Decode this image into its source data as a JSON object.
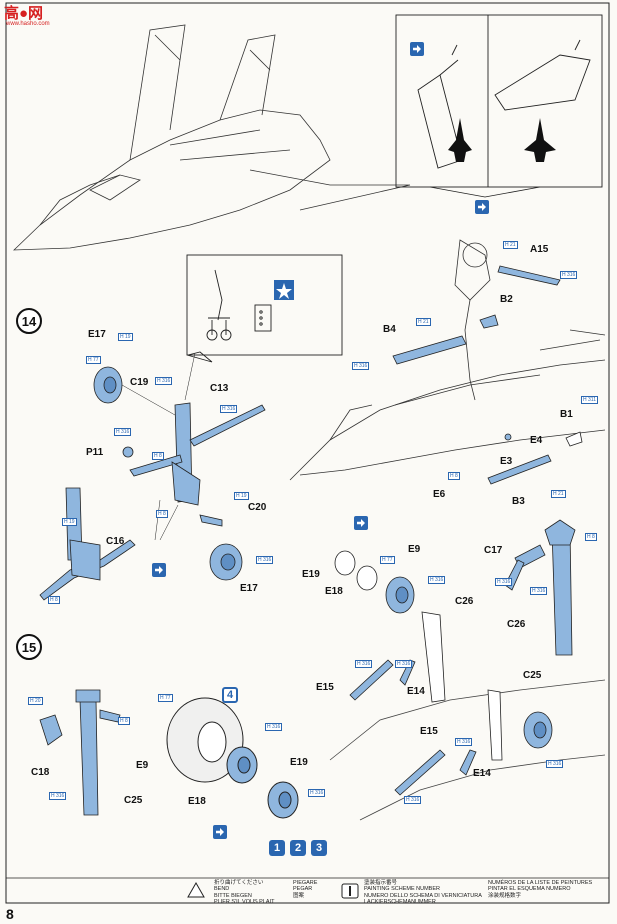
{
  "watermark": {
    "logo_text": "高●网",
    "url": "www.hasho.com"
  },
  "page_number": "8",
  "steps": [
    "14",
    "15"
  ],
  "part_labels": {
    "a15": "A15",
    "b2": "B2",
    "b4": "B4",
    "b1": "B1",
    "b3": "B3",
    "e3": "E3",
    "e4": "E4",
    "e6": "E6",
    "e17_top": "E17",
    "c19": "C19",
    "c13": "C13",
    "p11": "P11",
    "c20": "C20",
    "e17_bottom": "E17",
    "c16": "C16",
    "e19_mid": "E19",
    "e9_mid": "E9",
    "e18_mid": "E18",
    "c17": "C17",
    "c26_mid": "C26",
    "c26_right": "C26",
    "e15_mid": "E15",
    "e14_mid": "E14",
    "c18": "C18",
    "c25_left": "C25",
    "e9_bottom": "E9",
    "e18_bottom": "E18",
    "e19_bottom": "E19",
    "c25_right": "C25",
    "e15_bottom": "E15",
    "e14_bottom": "E14"
  },
  "color_callouts": {
    "h19": "H 19",
    "h20": "H 20",
    "h21": "H 21",
    "h316": "H 316",
    "h8": "H 8",
    "h77": "H 77",
    "h311": "H 311"
  },
  "color_badges": [
    "1",
    "2",
    "3",
    "4"
  ],
  "legend": {
    "bend_lines": [
      "折り曲げてください",
      "BEND",
      "BITTE BIEGEN",
      "PLIER S'IL VOUS PLAIT"
    ],
    "bend_lines_b": [
      "PIEGARE",
      "PEGAR",
      "图案"
    ],
    "paint_lines": [
      "塗装指示番号",
      "PAINTING SCHEME NUMBER",
      "NUMERO DELLO SCHEMA DI VERNICIATURA",
      "LACKIERSCHEMANUMMER"
    ],
    "paint_lines_b": [
      "NUMÉROS DE LA LISTE DE PEINTURES",
      "PINTAR EL ESQUEMA NUMERO",
      "涂装规格数字"
    ]
  },
  "colors": {
    "part_blue": "#8fb6de",
    "accent_blue": "#2a66b0",
    "ink": "#111111"
  }
}
